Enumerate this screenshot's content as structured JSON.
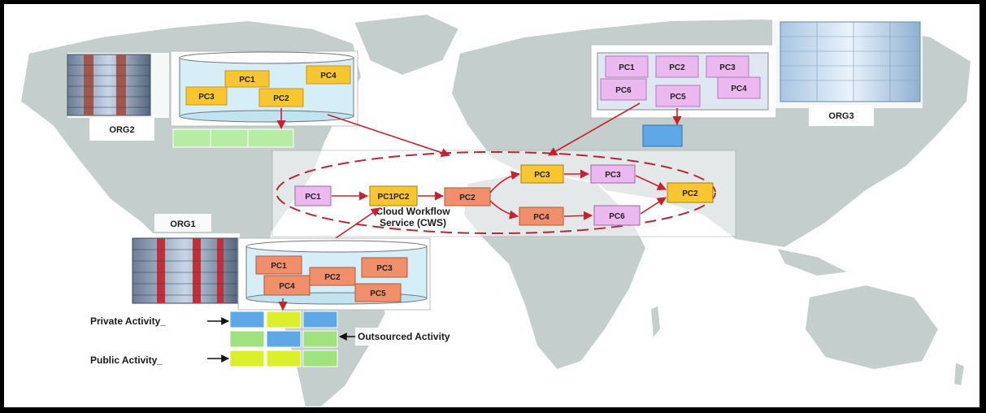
{
  "orgs": {
    "org1": "ORG1",
    "org2": "ORG2",
    "org3": "ORG3"
  },
  "cws": {
    "line1": "Cloud Workflow",
    "line2": "Service (CWS)"
  },
  "legend": {
    "private": "Private Activity_",
    "public": "Public Activity_",
    "outsourced": "Outsourced Activity"
  },
  "org2_db": {
    "pc1": "PC1",
    "pc2": "PC2",
    "pc3": "PC3",
    "pc4": "PC4"
  },
  "org3_db": {
    "pc1": "PC1",
    "pc2": "PC2",
    "pc3": "PC3",
    "pc4": "PC4",
    "pc5": "PC5",
    "pc6": "PC6"
  },
  "org1_db": {
    "pc1": "PC1",
    "pc2": "PC2",
    "pc3": "PC3",
    "pc4": "PC4",
    "pc5": "PC5"
  },
  "workflow": {
    "pc1": "PC1",
    "pc1pc2": "PC1PC2",
    "pc2": "PC2",
    "pc3": "PC3",
    "pc3b": "PC3",
    "pc4": "PC4",
    "pc6": "PC6",
    "pc2end": "PC2"
  },
  "colors": {
    "yellow": "#f7c631",
    "pink": "#ebb8ef",
    "salmon": "#ef8f6b",
    "blue": "#5ea8e8",
    "green": "#9fe27e",
    "lime": "#dbef2c",
    "arrow": "#c8202f"
  }
}
